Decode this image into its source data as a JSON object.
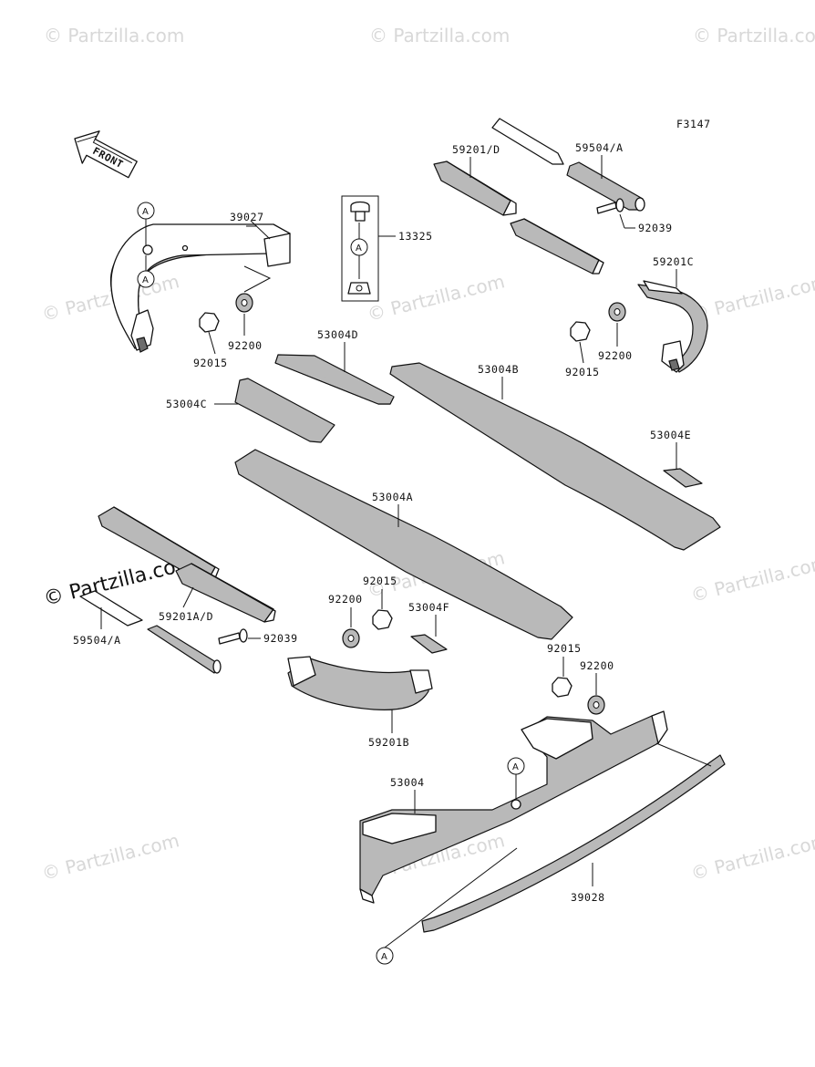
{
  "figure_code": "F3147",
  "front_label": "FRONT",
  "watermark": "© Partzilla.com",
  "watermark_big": "© Partzilla.com",
  "reference_mark": "A",
  "part_numbers": {
    "p39027": "39027",
    "p13325": "13325",
    "p59201D": "59201/D",
    "p59504A_top": "59504/A",
    "p92039_top": "92039",
    "p59201C": "59201C",
    "p92200_left": "92200",
    "p92015_left": "92015",
    "p53004D": "53004D",
    "p53004B": "53004B",
    "p92200_right": "92200",
    "p92015_right": "92015",
    "p53004C": "53004C",
    "p53004E": "53004E",
    "p53004A": "53004A",
    "p92015_mid": "92015",
    "p92200_mid": "92200",
    "p53004F": "53004F",
    "p59201AD": "59201A/D",
    "p59504A_bot": "59504/A",
    "p92039_bot": "92039",
    "p92015_low": "92015",
    "p92200_low": "92200",
    "p59201B": "59201B",
    "p53004": "53004",
    "p39028": "39028"
  }
}
